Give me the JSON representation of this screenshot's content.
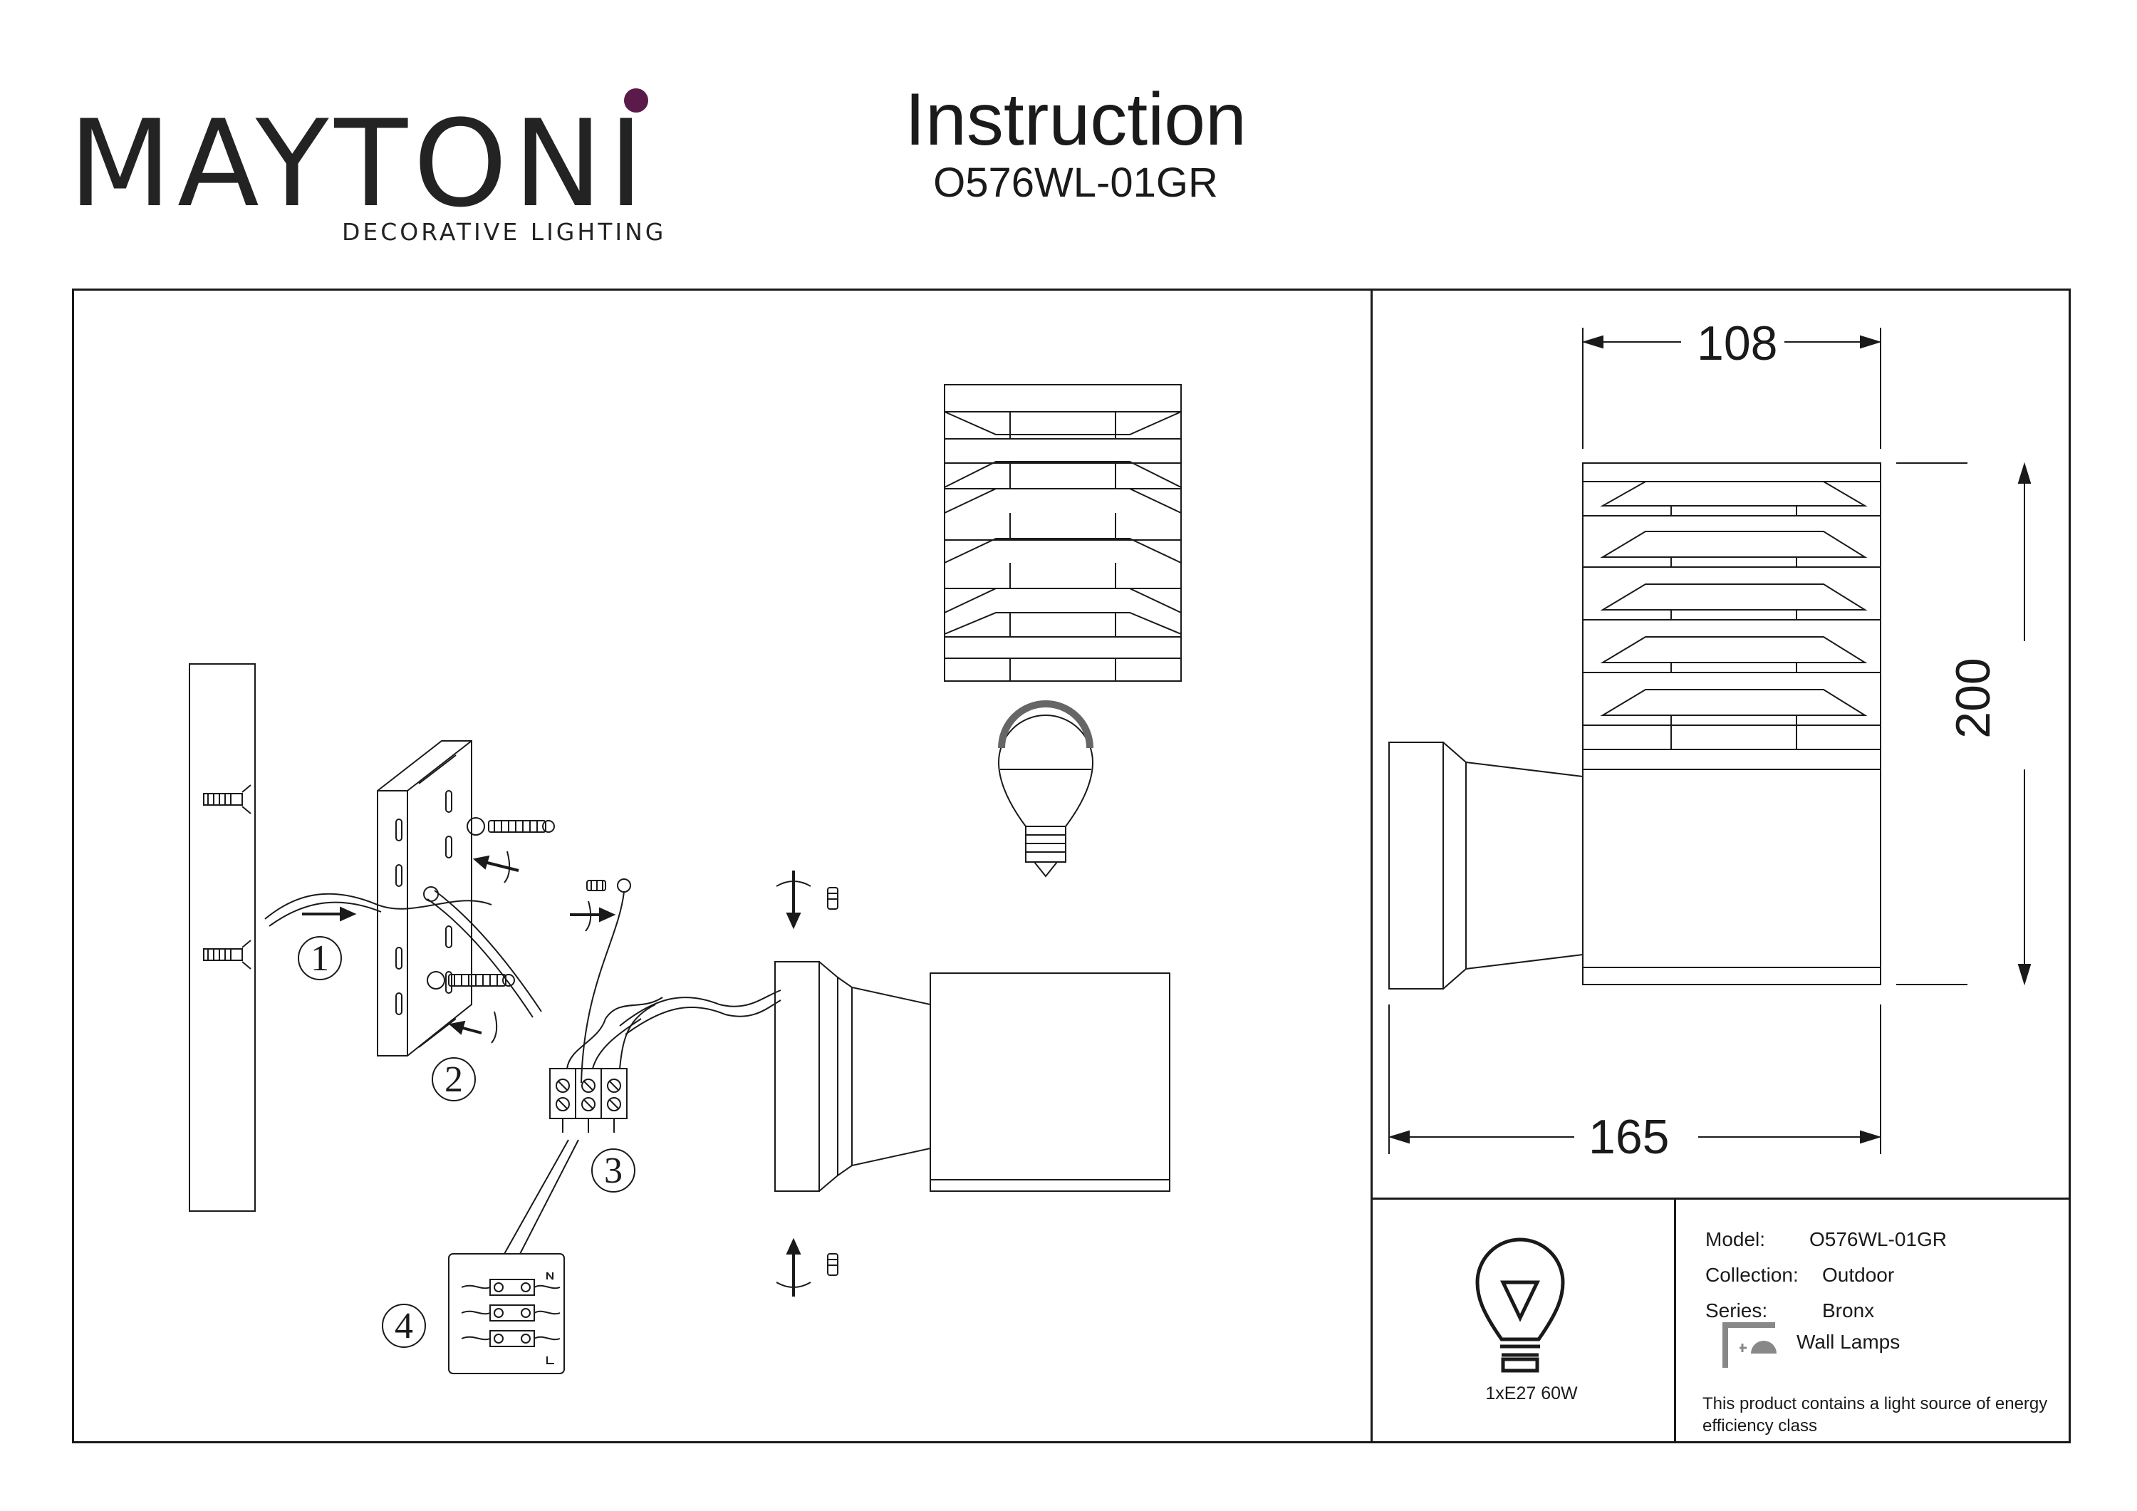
{
  "brand": {
    "wordmark": "MAYTONI",
    "tagline": "DECORATIVE LIGHTING",
    "accent_color": "#5a1a4a"
  },
  "header": {
    "title": "Instruction",
    "model_code": "O576WL-01GR"
  },
  "steps": [
    "1",
    "2",
    "3",
    "4"
  ],
  "dimensions": {
    "width": "108",
    "height": "200",
    "depth": "165"
  },
  "bulb": {
    "icon": "light-bulb-icon",
    "spec": "1xE27 60W"
  },
  "specs": {
    "model_label": "Model:",
    "model_value": "O576WL-01GR",
    "collection_label": "Collection:",
    "collection_value": "Outdoor",
    "series_label": "Series:",
    "series_value": "Bronx",
    "type_icon": "wall-lamp-icon",
    "type_value": "Wall Lamps",
    "energy_note": "This product contains a light source of energy efficiency class"
  }
}
